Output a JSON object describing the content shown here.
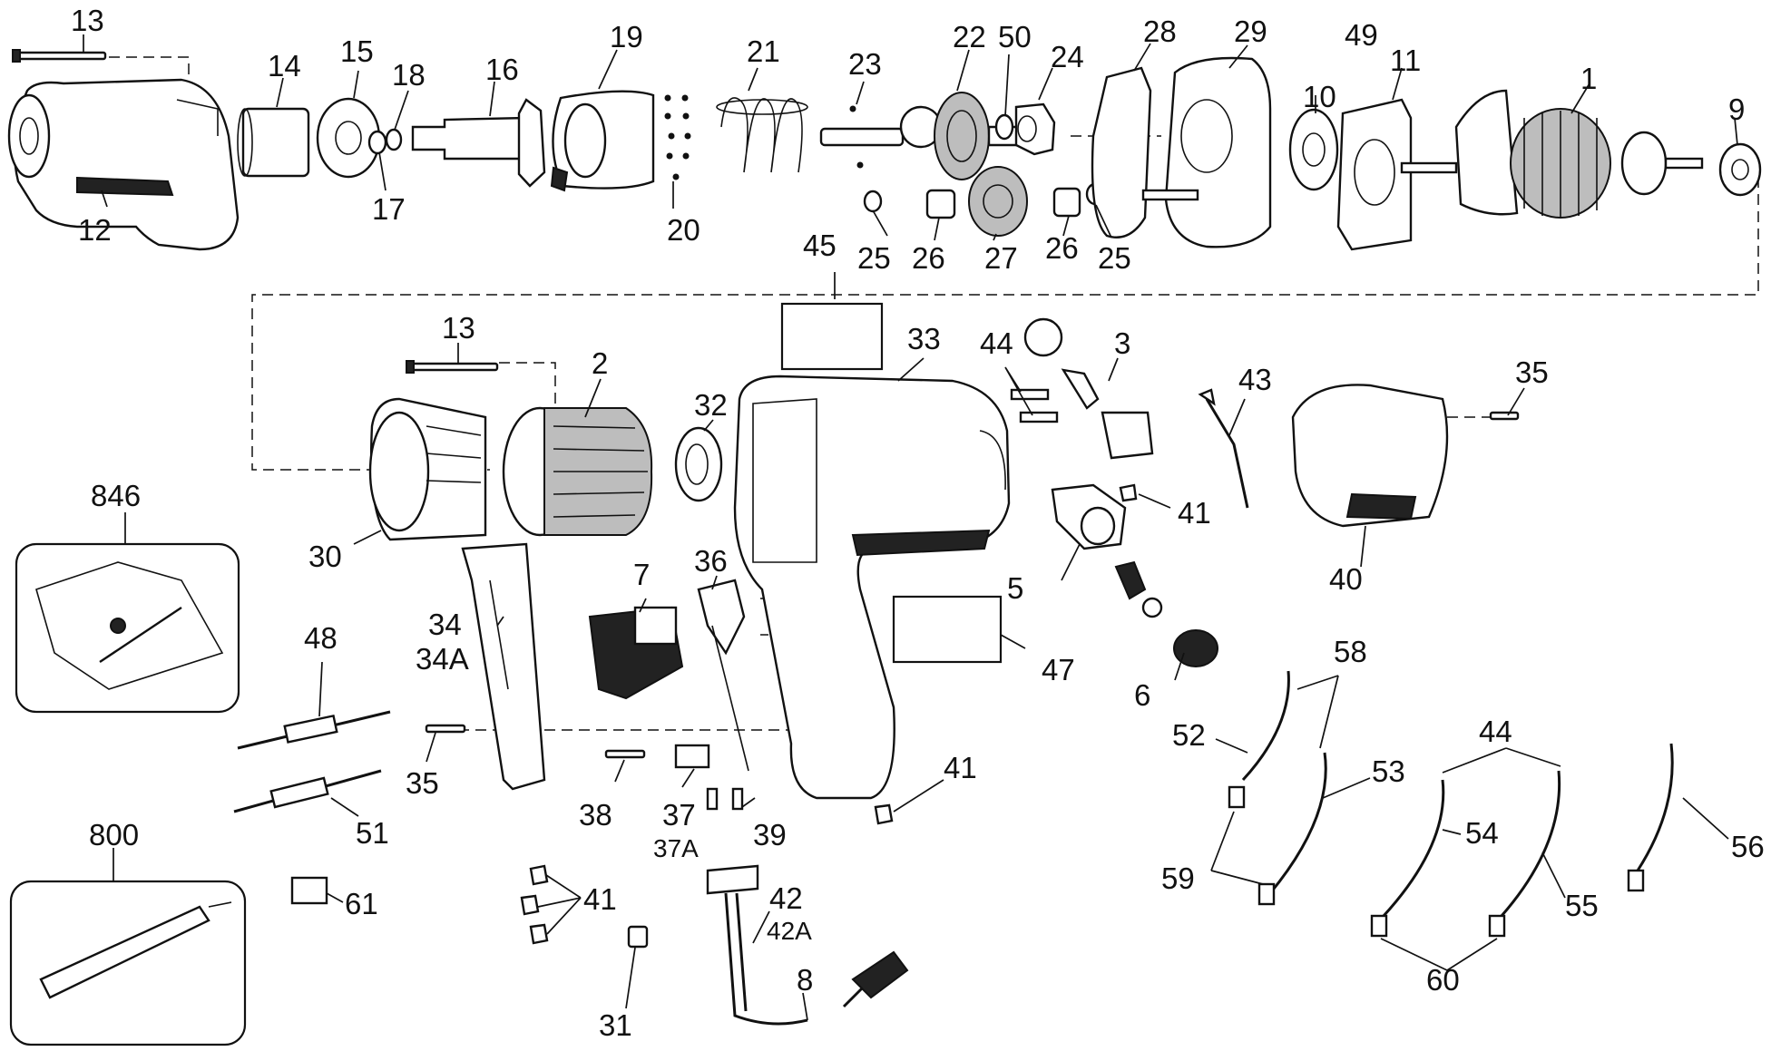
{
  "diagram": {
    "labels": {
      "p1": "1",
      "p2": "2",
      "p3": "3",
      "p5": "5",
      "p6": "6",
      "p7": "7",
      "p8": "8",
      "p9": "9",
      "p10": "10",
      "p11": "11",
      "p12": "12",
      "p13a": "13",
      "p13b": "13",
      "p14": "14",
      "p15": "15",
      "p16": "16",
      "p17": "17",
      "p18": "18",
      "p19": "19",
      "p20": "20",
      "p21": "21",
      "p22": "22",
      "p23": "23",
      "p24": "24",
      "p25a": "25",
      "p25b": "25",
      "p26a": "26",
      "p26b": "26",
      "p27": "27",
      "p28": "28",
      "p29": "29",
      "p30": "30",
      "p31": "31",
      "p32": "32",
      "p33": "33",
      "p34": "34",
      "p34a": "34A",
      "p35a": "35",
      "p35b": "35",
      "p36": "36",
      "p37": "37",
      "p37a": "37A",
      "p38": "38",
      "p39": "39",
      "p40": "40",
      "p41a": "41",
      "p41b": "41",
      "p41c": "41",
      "p42": "42",
      "p42a": "42A",
      "p43": "43",
      "p44a": "44",
      "p44b": "44",
      "p45": "45",
      "p47": "47",
      "p48": "48",
      "p49": "49",
      "p50": "50",
      "p51": "51",
      "p52": "52",
      "p53": "53",
      "p54": "54",
      "p55": "55",
      "p56": "56",
      "p58": "58",
      "p59": "59",
      "p60": "60",
      "p61": "61",
      "p800": "800",
      "p846": "846"
    }
  }
}
